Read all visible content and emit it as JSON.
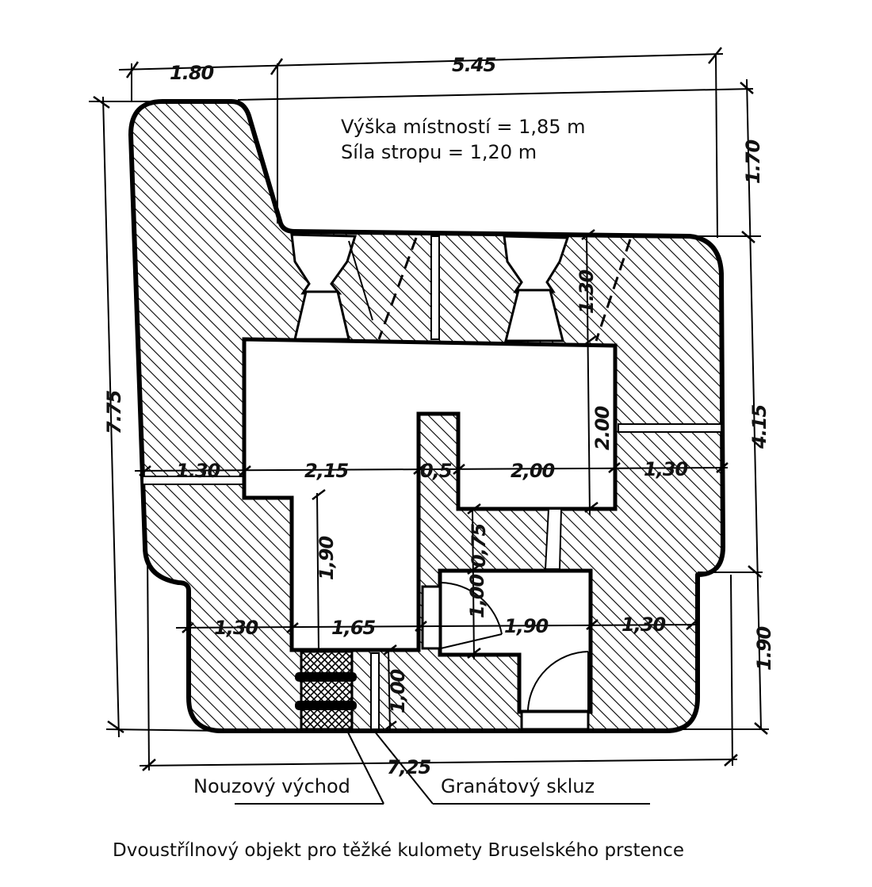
{
  "notes": {
    "room_height": "Výška místností = 1,85 m",
    "ceiling_thickness": "Síla stropu = 1,20 m"
  },
  "dimensions": {
    "top_left": "1.80",
    "top_right": "5.45",
    "left_total": "7.75",
    "right_top": "1.70",
    "right_middle": "4.15",
    "right_bottom": "1.90",
    "bottom_total": "7,25",
    "inner_embrasure": "1.30",
    "left_wall": "1.30",
    "room_width_left": "2,15",
    "partition": "0,5",
    "room_width_right": "2,00",
    "right_wall": "1,30",
    "room_depth": "2.00",
    "corridor_length": "1,90",
    "lower_left_wall": "1,30",
    "corridor_width": "1,65",
    "small_offset": "0,75",
    "door_width": "1,00",
    "entry_width": "1,90",
    "lower_right_wall": "1,30",
    "chute_width": "1,00"
  },
  "labels": {
    "emergency_exit": "Nouzový východ",
    "grenade_chute": "Granátový skluz"
  },
  "caption": "Dvoustřílnový objekt pro těžké kulomety Bruselského prstence"
}
